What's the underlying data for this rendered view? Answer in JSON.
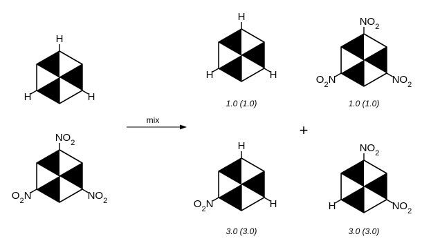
{
  "reactants": [
    {
      "id": "reactant-trihydro",
      "substituents": {
        "top": "H",
        "left": "H",
        "right": "H"
      }
    },
    {
      "id": "reactant-trinitro",
      "substituents": {
        "top": "NO2",
        "left": "O2N",
        "right": "NO2"
      }
    }
  ],
  "arrow": {
    "label": "mix"
  },
  "plus_sign": "+",
  "products": [
    {
      "id": "product-trihydro",
      "substituents": {
        "top": "H",
        "left": "H",
        "right": "H"
      },
      "ratio": "1.0 (1.0)"
    },
    {
      "id": "product-trinitro",
      "substituents": {
        "top": "NO2",
        "left": "O2N",
        "right": "NO2"
      },
      "ratio": "1.0 (1.0)"
    },
    {
      "id": "product-mono-nitro",
      "substituents": {
        "top": "H",
        "left": "O2N",
        "right": "H"
      },
      "ratio": "3.0 (3.0)"
    },
    {
      "id": "product-di-nitro",
      "substituents": {
        "top": "NO2",
        "left": "H",
        "right": "NO2"
      },
      "ratio": "3.0 (3.0)"
    }
  ]
}
